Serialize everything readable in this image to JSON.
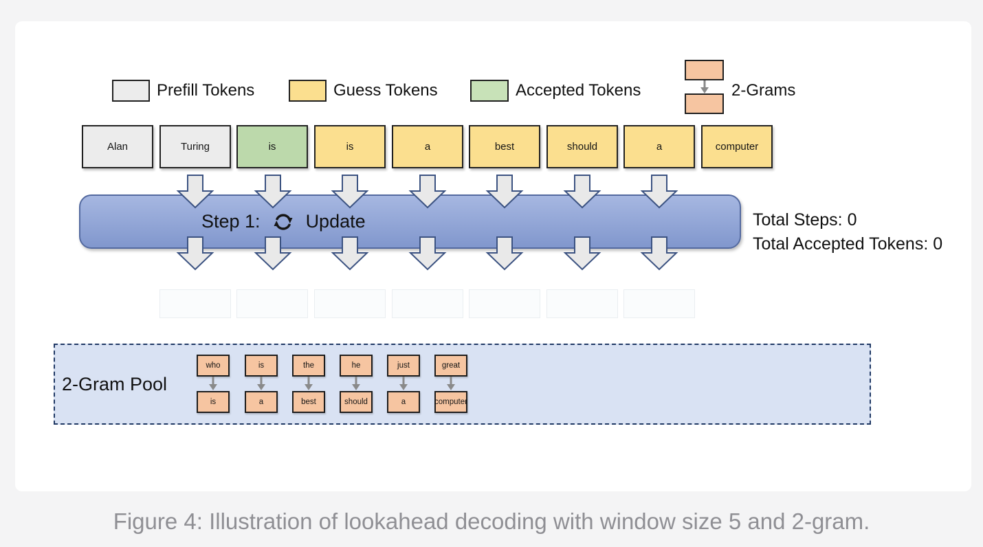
{
  "legend": {
    "prefill": {
      "label": "Prefill Tokens",
      "color": "#ececec"
    },
    "guess": {
      "label": "Guess Tokens",
      "color": "#fbdf8f"
    },
    "accepted": {
      "label": "Accepted Tokens",
      "color": "#c8e2b8"
    },
    "twograms": {
      "label": "2-Grams",
      "color": "#f6c5a1"
    }
  },
  "tokens": [
    {
      "text": "Alan",
      "type": "prefill"
    },
    {
      "text": "Turing",
      "type": "prefill"
    },
    {
      "text": "is",
      "type": "accepted"
    },
    {
      "text": "is",
      "type": "guess"
    },
    {
      "text": "a",
      "type": "guess"
    },
    {
      "text": "best",
      "type": "guess"
    },
    {
      "text": "should",
      "type": "guess"
    },
    {
      "text": "a",
      "type": "guess"
    },
    {
      "text": "computer",
      "type": "guess"
    }
  ],
  "step_bar": {
    "step_label": "Step 1:",
    "action_label": "Update"
  },
  "stats": {
    "total_steps_label": "Total Steps:",
    "total_steps_value": "0",
    "total_accepted_label": "Total Accepted Tokens:",
    "total_accepted_value": "0"
  },
  "pool": {
    "label": "2-Gram Pool",
    "pairs": [
      [
        "who",
        "is"
      ],
      [
        "is",
        "a"
      ],
      [
        "the",
        "best"
      ],
      [
        "he",
        "should"
      ],
      [
        "just",
        "a"
      ],
      [
        "great",
        "computer"
      ]
    ]
  },
  "caption": "Figure 4: Illustration of lookahead decoding with window size 5 and 2-gram.",
  "colors": {
    "bar_blue": "#8ea6d6",
    "pool_blue": "#d9e2f3",
    "pool_border": "#1f3864",
    "orange": "#f6c5a1",
    "arrow_fill": "#e9e9e9",
    "arrow_border": "#3b5281",
    "caption_gray": "#8f8f94",
    "page_bg": "#f4f4f5"
  }
}
